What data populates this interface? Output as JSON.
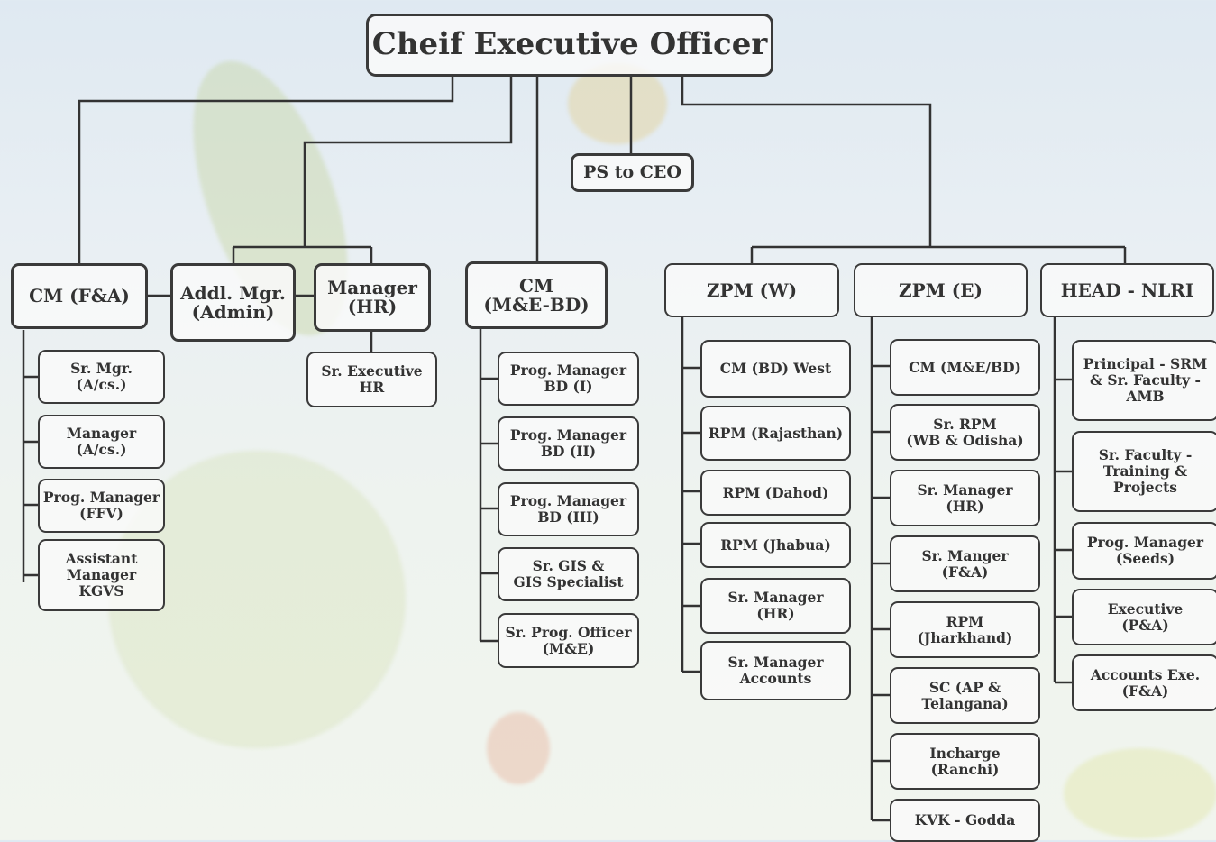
{
  "ceo": "Cheif Executive Officer",
  "ps": "PS to CEO",
  "cmfa": {
    "title": "CM (F&A)",
    "items": [
      "Sr. Mgr.\n(A/cs.)",
      "Manager\n(A/cs.)",
      "Prog. Manager\n(FFV)",
      "Assistant\nManager\nKGVS"
    ]
  },
  "admin": "Addl. Mgr.\n(Admin)",
  "hr": {
    "title": "Manager\n(HR)",
    "items": [
      "Sr. Executive\nHR"
    ]
  },
  "cmme": {
    "title": "CM\n(M&E-BD)",
    "items": [
      "Prog. Manager\nBD (I)",
      "Prog. Manager\nBD (II)",
      "Prog. Manager\nBD (III)",
      "Sr. GIS &\nGIS Specialist",
      "Sr. Prog. Officer\n(M&E)"
    ]
  },
  "zpmw": {
    "title": "ZPM (W)",
    "items": [
      "CM (BD) West",
      "RPM (Rajasthan)",
      "RPM (Dahod)",
      "RPM (Jhabua)",
      "Sr. Manager\n(HR)",
      "Sr. Manager\nAccounts"
    ]
  },
  "zpme": {
    "title": "ZPM (E)",
    "items": [
      "CM (M&E/BD)",
      "Sr. RPM\n(WB & Odisha)",
      "Sr. Manager\n(HR)",
      "Sr. Manger\n(F&A)",
      "RPM\n(Jharkhand)",
      "SC (AP &\nTelangana)",
      "Incharge\n(Ranchi)",
      "KVK - Godda"
    ]
  },
  "nlri": {
    "title": "HEAD - NLRI",
    "items": [
      "Principal - SRM\n& Sr. Faculty -\nAMB",
      "Sr. Faculty -\nTraining &\nProjects",
      "Prog. Manager\n(Seeds)",
      "Executive\n(P&A)",
      "Accounts Exe.\n(F&A)"
    ]
  }
}
